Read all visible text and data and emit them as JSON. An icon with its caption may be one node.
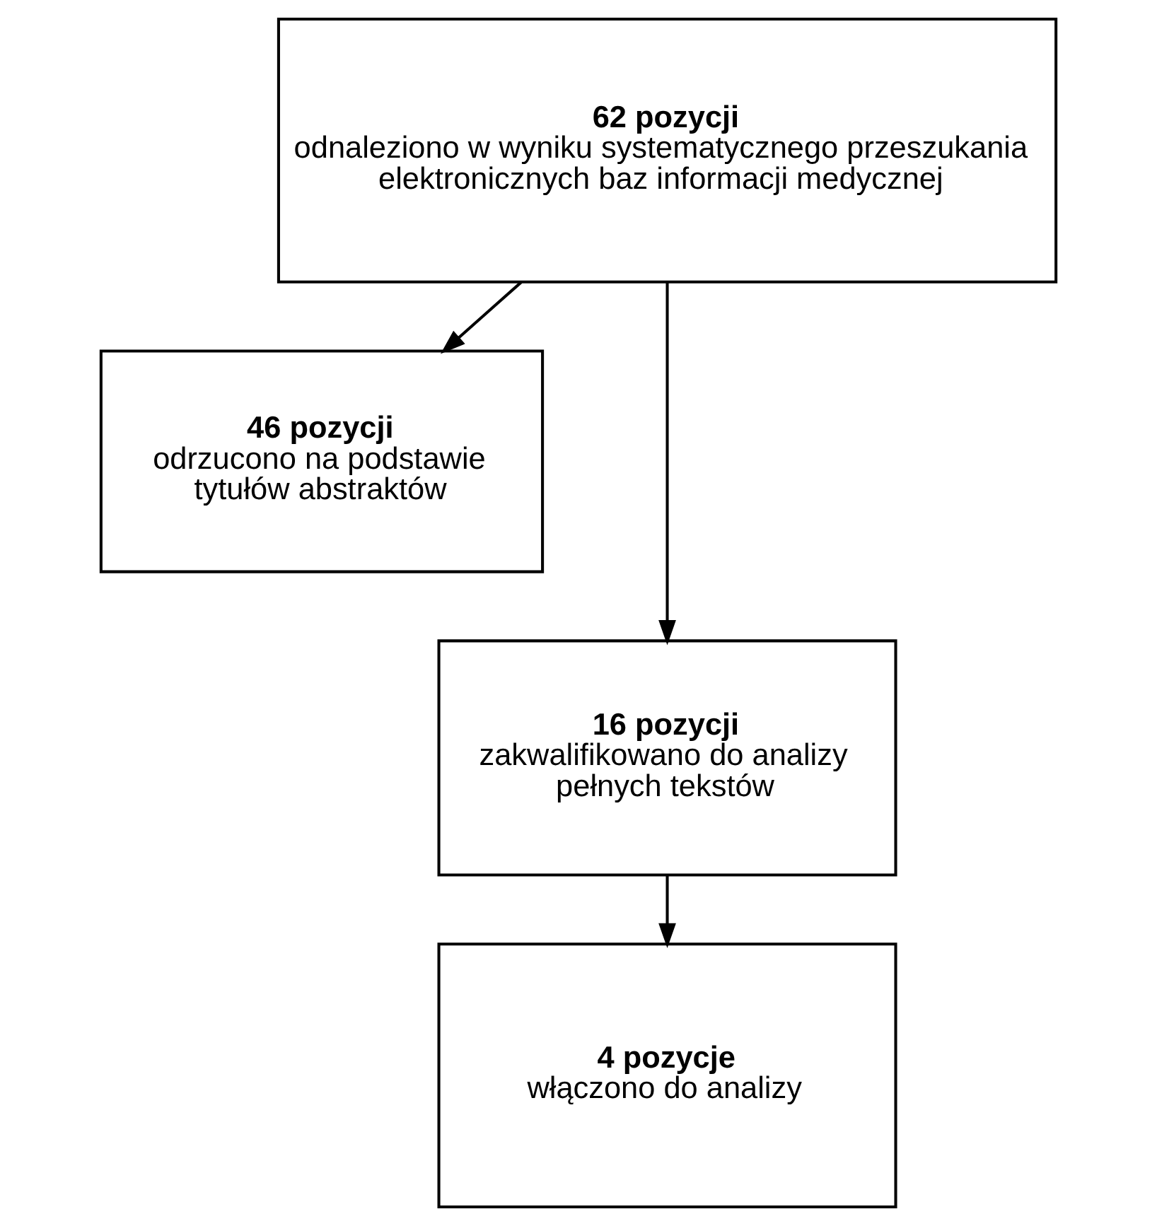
{
  "diagram": {
    "nodes": [
      {
        "text": [
          "62 pozycji",
          "odnaleziono w wyniku systematycznego przeszukania elektronicznych baz informacji medycznej"
        ]
      },
      {
        "text": [
          "46 pozycji",
          "odrzucono na podstawie tytułów abstraktów"
        ]
      },
      {
        "text": [
          "16 pozycji",
          "zakwalifikowano do analizy pełnych tekstów"
        ]
      },
      {
        "text": [
          "4 pozycje",
          "włączono do analizy"
        ]
      }
    ],
    "edges": [
      {
        "from": 0,
        "to": 2,
        "arrow": "to"
      },
      {
        "from": 0,
        "to": 1,
        "arrow": "to"
      },
      {
        "from": 2,
        "to": 3,
        "arrow": "to"
      }
    ]
  }
}
